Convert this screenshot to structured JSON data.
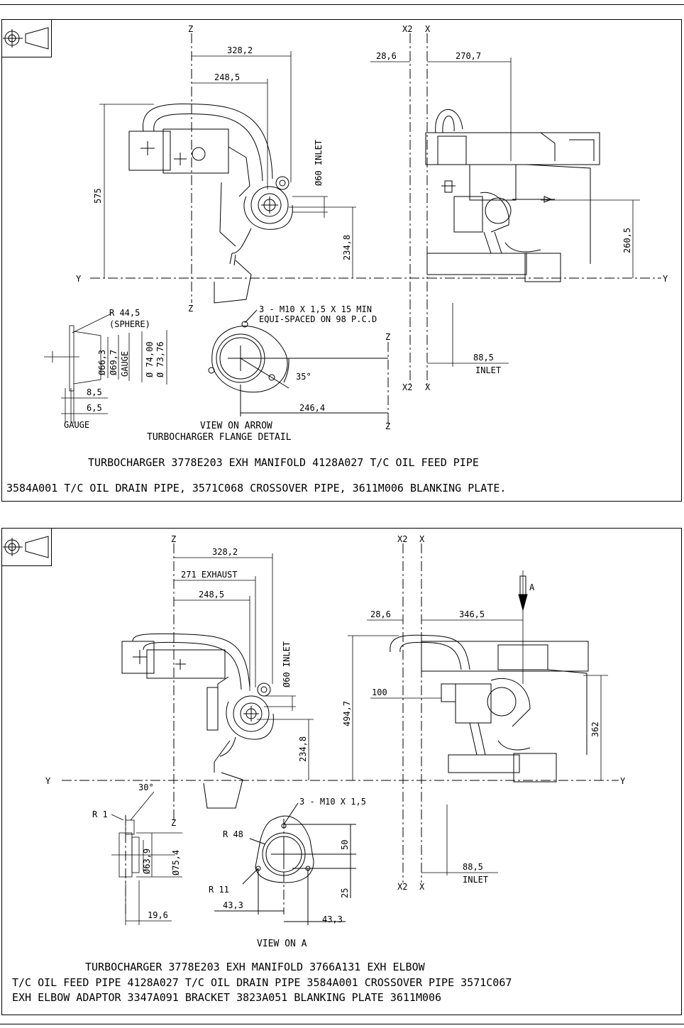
{
  "panel1": {
    "axes": {
      "z": "Z",
      "x2": "X2",
      "x": "X",
      "y": "Y"
    },
    "dims": {
      "d328": "328,2",
      "d248": "248,5",
      "d28": "28,6",
      "d270": "270,7",
      "d575": "575",
      "d234": "234,8",
      "d260": "260,5",
      "d60inlet": "Ø60 INLET",
      "d88": "88,5",
      "inlet": "INLET"
    },
    "flange": {
      "r44": "R 44,5",
      "sphere": "(SPHERE)",
      "d66": "Ø66,3",
      "d69": "Ø69,7",
      "gauge_v": "GAUGE",
      "d74a": "Ø 74,00",
      "d74b": "Ø 73,76",
      "d85": "8,5",
      "d65": "6,5",
      "gauge": "GAUGE",
      "holes1": "3 - M10 X 1,5 X 15 MIN",
      "holes2": "EQUI-SPACED ON 98 P.C.D",
      "angle": "35°",
      "d246": "246,4",
      "view": "VIEW ON ARROW",
      "detail": "TURBOCHARGER FLANGE DETAIL"
    },
    "caption1": "TURBOCHARGER 3778E203 EXH MANIFOLD 4128A027 T/C OIL FEED PIPE",
    "caption2": "3584A001 T/C OIL DRAIN PIPE, 3571C068 CROSSOVER PIPE, 3611M006 BLANKING PLATE."
  },
  "panel2": {
    "axes": {
      "z": "Z",
      "x2": "X2",
      "x": "X",
      "y": "Y"
    },
    "dims": {
      "d328": "328,2",
      "d271": "271 EXHAUST",
      "d248": "248,5",
      "d60inlet": "Ø60 INLET",
      "d234": "234,8",
      "d494": "494,7",
      "d28": "28,6",
      "d346": "346,5",
      "arrowA": "A",
      "d100": "100",
      "d362": "362",
      "d88": "88,5",
      "inlet": "INLET"
    },
    "detail": {
      "angle30": "30°",
      "r1": "R 1",
      "d63": "Ø63,9",
      "d75": "Ø75,4",
      "d19": "19,6",
      "holes": "3 - M10 X 1,5",
      "r48": "R 48",
      "r11": "R 11",
      "d50": "50",
      "d25": "25",
      "d43a": "43,3",
      "d43b": "43,3",
      "view": "VIEW ON A"
    },
    "caption1": "TURBOCHARGER 3778E203 EXH MANIFOLD 3766A131 EXH ELBOW",
    "caption2": "T/C OIL FEED PIPE 4128A027 T/C OIL DRAIN PIPE 3584A001 CROSSOVER PIPE 3571C067",
    "caption3": "EXH ELBOW ADAPTOR 3347A091 BRACKET 3823A051 BLANKING PLATE 3611M006"
  }
}
